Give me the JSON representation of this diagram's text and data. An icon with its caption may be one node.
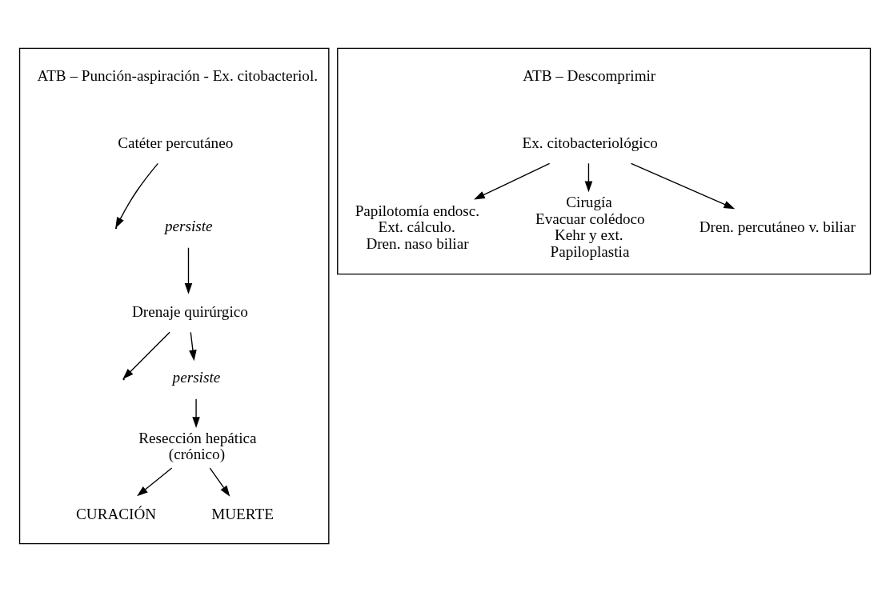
{
  "diagram": {
    "nodes": [
      {
        "text": [],
        "shape": "box"
      },
      {
        "text": [
          "ATB – Punción-aspiración - Ex. citobacteriol."
        ],
        "in": 0
      },
      {
        "text": [
          "Catéter percutáneo"
        ],
        "in": 0
      },
      {
        "text": [
          "persiste"
        ],
        "in": 0
      },
      {
        "text": [
          "Drenaje quirúrgico"
        ],
        "in": 0
      },
      {
        "text": [
          "persiste"
        ],
        "in": 0
      },
      {
        "text": [
          "Resección hepática",
          "(crónico)"
        ],
        "in": 0
      },
      {
        "text": [
          "CURACIÓN"
        ],
        "in": 0
      },
      {
        "text": [
          "MUERTE"
        ],
        "in": 0
      },
      {
        "text": [],
        "shape": "box"
      },
      {
        "text": [
          "ATB – Descomprimir"
        ],
        "in": 9
      },
      {
        "text": [
          "Ex. citobacteriológico"
        ],
        "in": 9
      },
      {
        "text": [
          "Papilotomía endosc.",
          "Ext. cálculo.",
          "Dren. naso biliar"
        ],
        "in": 9
      },
      {
        "text": [
          "Cirugía",
          "Evacuar colédoco",
          "Kehr y ext.",
          "Papiloplastia"
        ],
        "in": 9
      },
      {
        "text": [
          "Dren. percutáneo v. biliar"
        ],
        "in": 9
      }
    ],
    "edges": [
      {
        "from": 2,
        "to": null,
        "arrow": "to"
      },
      {
        "from": 3,
        "to": 4,
        "arrow": "to"
      },
      {
        "from": 4,
        "to": null,
        "arrow": "to"
      },
      {
        "from": 4,
        "to": 5,
        "arrow": "to"
      },
      {
        "from": 5,
        "to": 6,
        "arrow": "to"
      },
      {
        "from": 6,
        "to": 7,
        "arrow": "to"
      },
      {
        "from": 6,
        "to": 8,
        "arrow": "to"
      },
      {
        "from": 11,
        "to": 12,
        "arrow": "to"
      },
      {
        "from": 11,
        "to": 14,
        "arrow": "to"
      },
      {
        "from": 11,
        "to": 13,
        "arrow": "to"
      }
    ]
  }
}
